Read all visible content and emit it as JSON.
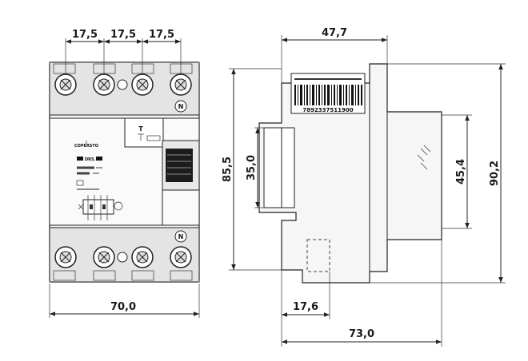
{
  "dimensions": {
    "pole_pitch_1": "17,5",
    "pole_pitch_2": "17,5",
    "pole_pitch_3": "17,5",
    "front_width": "70,0",
    "side_top_width": "47,7",
    "total_height_left": "85,5",
    "window_height": "35,0",
    "rail_height": "45,4",
    "total_height_right": "90,2",
    "bottom_step": "17,6",
    "total_depth": "73,0"
  },
  "labels": {
    "neutral_top": "N",
    "neutral_bottom": "N",
    "brand": "COPERSTO",
    "model": "DRS...",
    "test": "T",
    "barcode_text": "7892337511900"
  }
}
